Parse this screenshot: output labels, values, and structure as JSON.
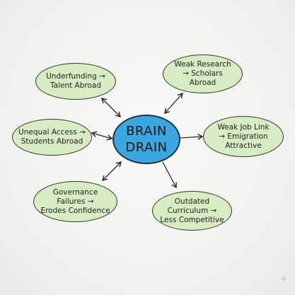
{
  "center": {
    "lines": [
      "BRAIN",
      "DRAIN"
    ]
  },
  "nodes": [
    {
      "id": "n1",
      "lines": [
        "Underfunding →",
        "Talent Abroad"
      ]
    },
    {
      "id": "n2",
      "lines": [
        "Weak Research",
        "→ Scholars",
        "Abroad"
      ]
    },
    {
      "id": "n3",
      "lines": [
        "Unequal Access →",
        "Students Abroad"
      ]
    },
    {
      "id": "n4",
      "lines": [
        "Weak Job Link",
        "→ Emigration",
        "Attractive"
      ]
    },
    {
      "id": "n5",
      "lines": [
        "Governance",
        "Failures →",
        "Erodes Confidence"
      ]
    },
    {
      "id": "n6",
      "lines": [
        "Outdated",
        "Curriculum →",
        "Less Competitive"
      ]
    }
  ],
  "edges": [
    {
      "to": "n1",
      "direction": "both"
    },
    {
      "to": "n2",
      "direction": "both"
    },
    {
      "to": "n3",
      "direction": "both"
    },
    {
      "to": "n4",
      "direction": "to-node"
    },
    {
      "to": "n5",
      "direction": "both"
    },
    {
      "to": "n6",
      "direction": "to-node"
    }
  ],
  "colors": {
    "center_fill": "#3aa7e0",
    "node_fill": "#d8ecc3",
    "outline": "#2f3a2a",
    "arrow": "#2b2b2b"
  },
  "icons": {
    "corner": "sparkle-icon"
  }
}
